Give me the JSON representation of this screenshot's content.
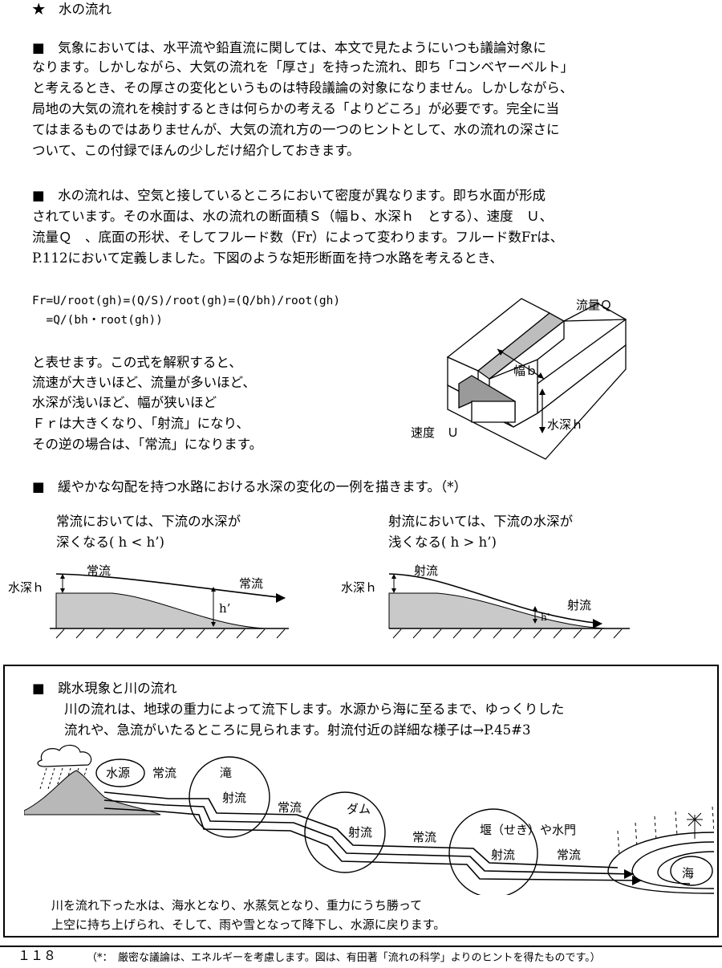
{
  "title": "★　水の流れ",
  "para1": [
    "■　気象においては、水平流や鉛直流に関しては、本文で見たようにいつも議論対象に",
    "なります。しかしながら、大気の流れを「厚さ」を持った流れ、即ち「コンベヤーベルト」",
    "と考えるとき、その厚さの変化というものは特段議論の対象になりません。しかしながら、",
    "局地の大気の流れを検討するときは何らかの考える「よりどころ」が必要です。完全に当",
    "てはまるものではありませんが、大気の流れ方の一つのヒントとして、水の流れの深さに",
    "ついて、この付録でほんの少しだけ紹介しておきます。"
  ],
  "para2": [
    "■　水の流れは、空気と接しているところにおいて密度が異なります。即ち水面が形成",
    "されています。その水面は、水の流れの断面積Ｓ（幅ｂ、水深ｈ　とする）、速度　Ｕ、",
    "流量Ｑ　、底面の形状、そしてフルード数（Fr）によって変わります。フルード数Frは、",
    "P.112において定義しました。下図のような矩形断面を持つ水路を考えるとき、"
  ],
  "formula": [
    "Fr=U/root(gh)=(Q/S)/root(gh)=(Q/bh)/root(gh)",
    "  =Q/(bh・root(gh))"
  ],
  "interpret": [
    "と表せます。この式を解釈すると、",
    "流速が大きいほど、流量が多いほど、",
    "水深が浅いほど、幅が狭いほど",
    "Ｆｒは大きくなり、「射流」になり、",
    "その逆の場合は、「常流」になります。"
  ],
  "channel_labels": {
    "flow_q": "流量Ｑ",
    "width_b": "幅ｂ",
    "velocity_u": "速度　Ｕ",
    "depth_h": "水深ｈ"
  },
  "section3_heading": "■　緩やかな勾配を持つ水路における水深の変化の一例を描きます。（*）",
  "subcritical": {
    "caption": [
      "常流においては、下流の水深が",
      "深くなる( h < h’)"
    ],
    "label_top": "常流",
    "label_right": "常流",
    "depth_label": "水深ｈ",
    "h_prime": "h’"
  },
  "supercritical": {
    "caption": [
      "射流においては、下流の水深が",
      "浅くなる( h > h’)"
    ],
    "label_top": "射流",
    "label_right": "射流",
    "depth_label": "水深ｈ",
    "h_prime": "h’"
  },
  "box": {
    "heading": "■　跳水現象と川の流れ",
    "lines": [
      "川の流れは、地球の重力によって流下します。水源から海に至るまで、ゆっくりした",
      "流れや、急流がいたるところに見られます。射流付近の詳細な様子は→P.45#3"
    ],
    "river_labels": {
      "source": "水源",
      "jousei1": "常流",
      "waterfall": "滝",
      "shaliu1": "射流",
      "jousei2": "常流",
      "dam": "ダム",
      "shaliu2": "射流",
      "jousei3": "常流",
      "weir": "堰（せき）や水門",
      "shaliu3": "射流",
      "jousei4": "常流",
      "sea": "海"
    },
    "bottom_lines": [
      "川を流れ下った水は、海水となり、水蒸気となり、重力にうち勝って",
      "上空に持ち上げられ、そして、雨や雪となって降下し、水源に戻ります。"
    ]
  },
  "footer": {
    "page_number": "１１８",
    "note": "（*：　厳密な議論は、エネルギーを考慮します。図は、有田著「流れの科学」よりのヒントを得たものです。）"
  }
}
